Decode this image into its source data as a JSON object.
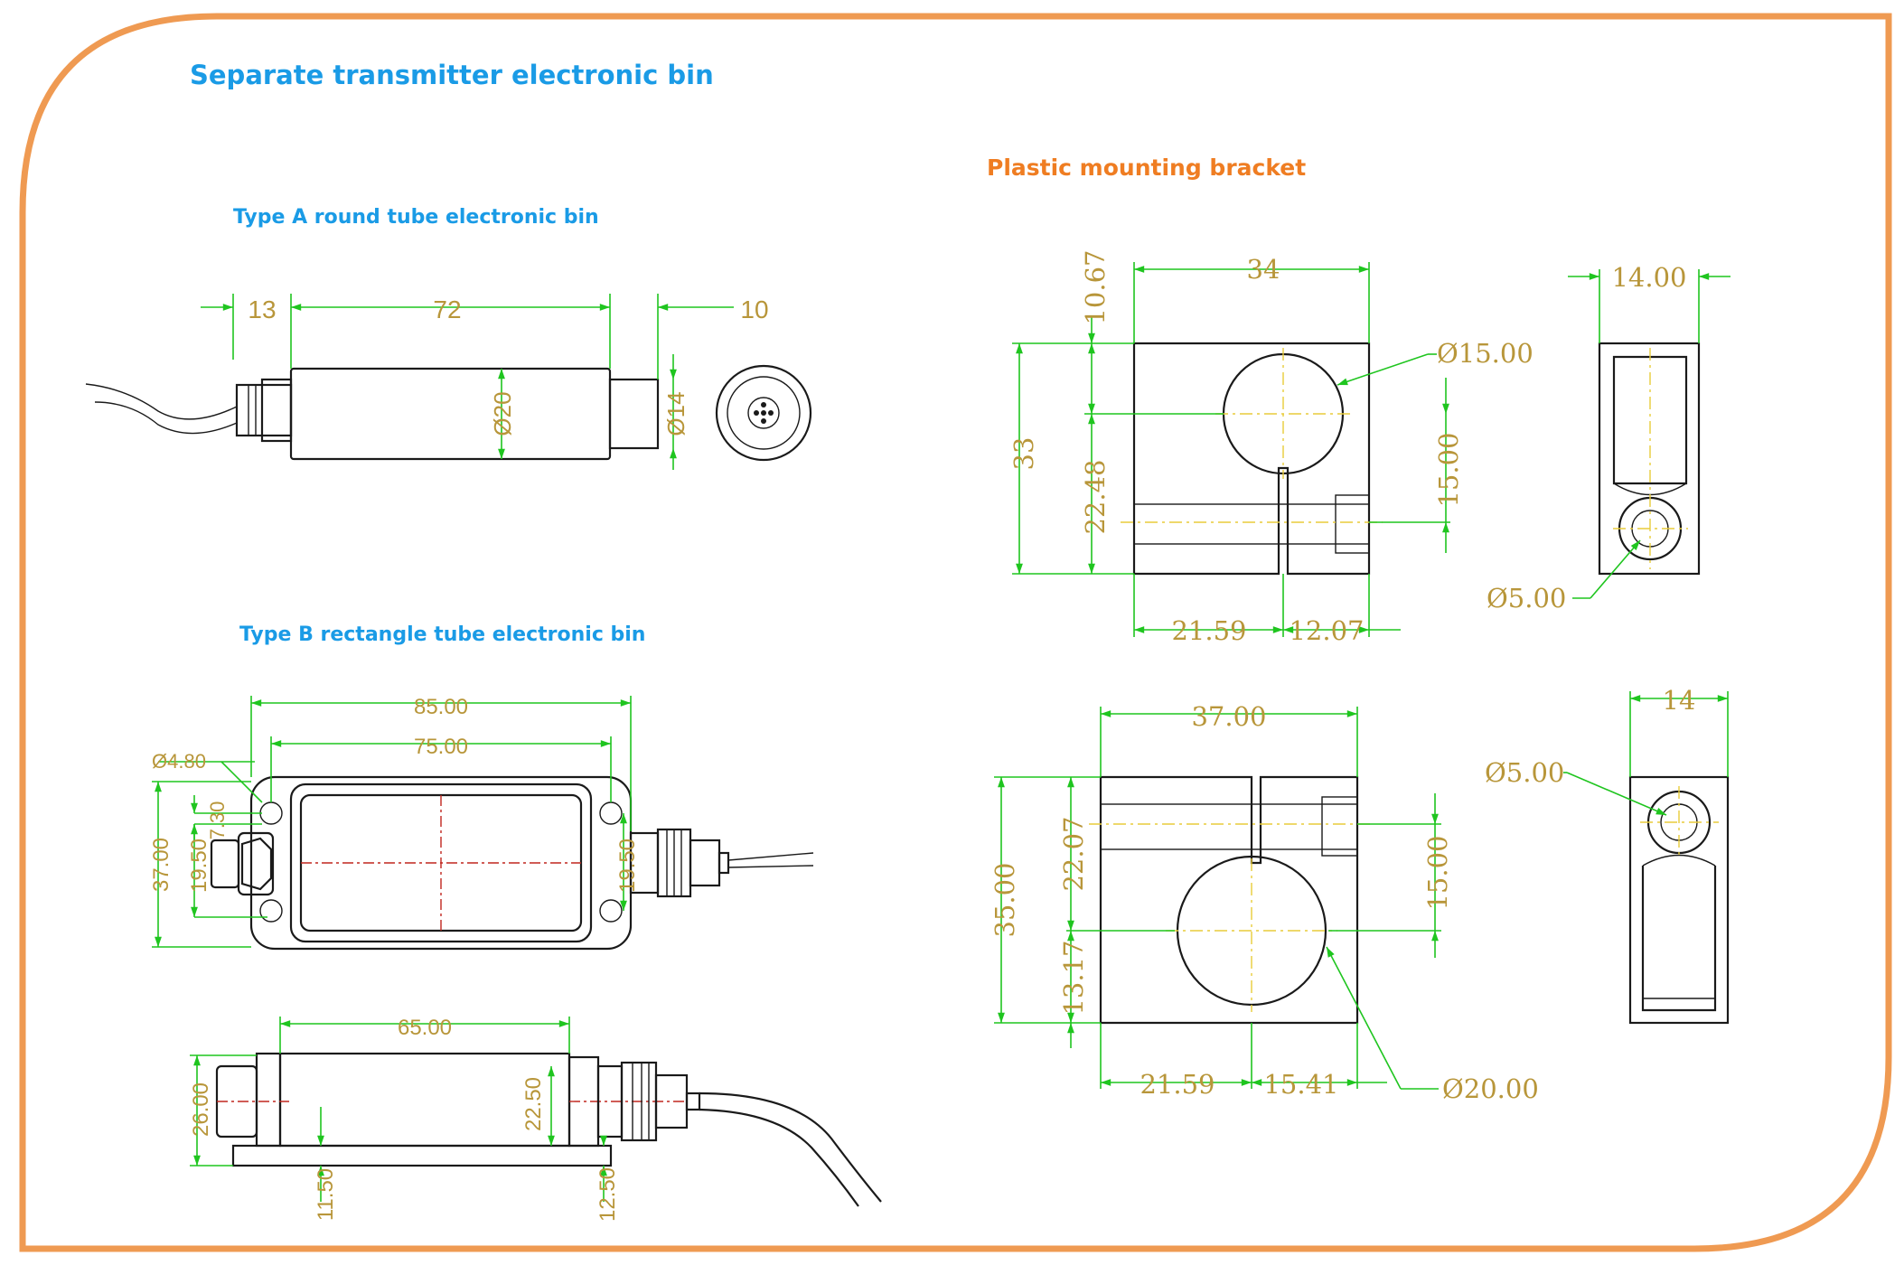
{
  "title": "Separate transmitter electronic bin",
  "sections": {
    "type_a": "Type A  round tube electronic bin",
    "type_b": "Type B  rectangle tube electronic bin",
    "bracket": "Plastic mounting bracket"
  },
  "colors": {
    "frame": "#ef9a52",
    "heading_blue": "#1a9be6",
    "heading_orange": "#ef7d22",
    "dimension_line": "#1fc51f",
    "dimension_text": "#b8963a",
    "center_line": "#e8cc3a"
  },
  "dims": {
    "type_a": {
      "cap": "13",
      "body": "72",
      "tip": "10",
      "body_dia": "Ø20",
      "tip_dia": "Ø14"
    },
    "type_b_top": {
      "overall": "85.00",
      "holes": "75.00",
      "hole_dia": "Ø4.80",
      "height": "37.00",
      "hole_v": "7.30",
      "inner": "19.50",
      "inner_right": "19.50"
    },
    "type_b_side": {
      "length": "65.00",
      "height": "26.00",
      "base_left": "11.50",
      "inner": "22.50",
      "base_right": "12.50"
    },
    "bracket_1": {
      "width": "34",
      "top_offset": "10.67",
      "height": "33",
      "lower": "22.48",
      "bore": "Ø15.00",
      "screw_height": "15.00",
      "left": "21.59",
      "right": "12.07",
      "side_width": "14.00",
      "side_hole": "Ø5.00"
    },
    "bracket_2": {
      "width": "37.00",
      "height": "35.00",
      "upper": "22.07",
      "lower": "13.17",
      "screw_height": "15.00",
      "bore": "Ø20.00",
      "left": "21.59",
      "right": "15.41",
      "side_width": "14",
      "side_hole": "Ø5.00"
    }
  }
}
